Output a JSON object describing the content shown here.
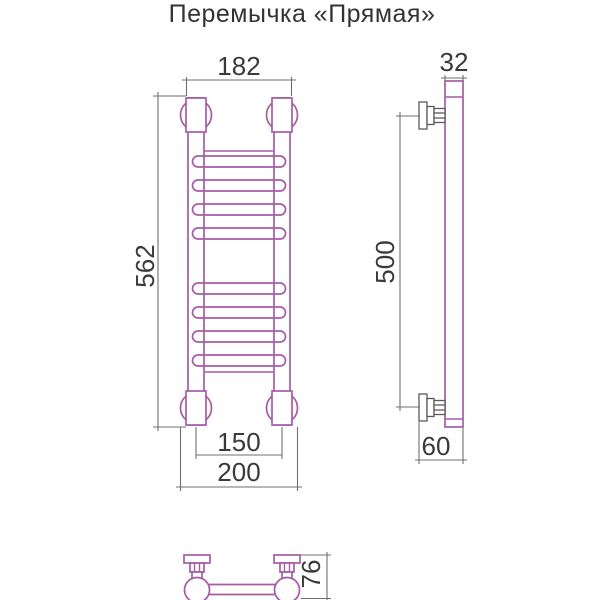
{
  "title": "Перемычка «Прямая»",
  "colors": {
    "background": "#ffffff",
    "product_outline": "#a55ca5",
    "dimension_line": "#6f6f6f",
    "dimension_text": "#3a3a3a",
    "title_text": "#333333",
    "bracket_line": "#5a5a5a"
  },
  "views": {
    "front": {
      "dims": {
        "outer_width": "182",
        "height": "562",
        "pipe_spacing": "150",
        "flange_span": "200"
      }
    },
    "side": {
      "dims": {
        "pipe_width": "32",
        "mount_spacing": "500",
        "bottom_depth": "60"
      }
    },
    "bottom": {
      "dims": {
        "depth": "76"
      }
    }
  }
}
